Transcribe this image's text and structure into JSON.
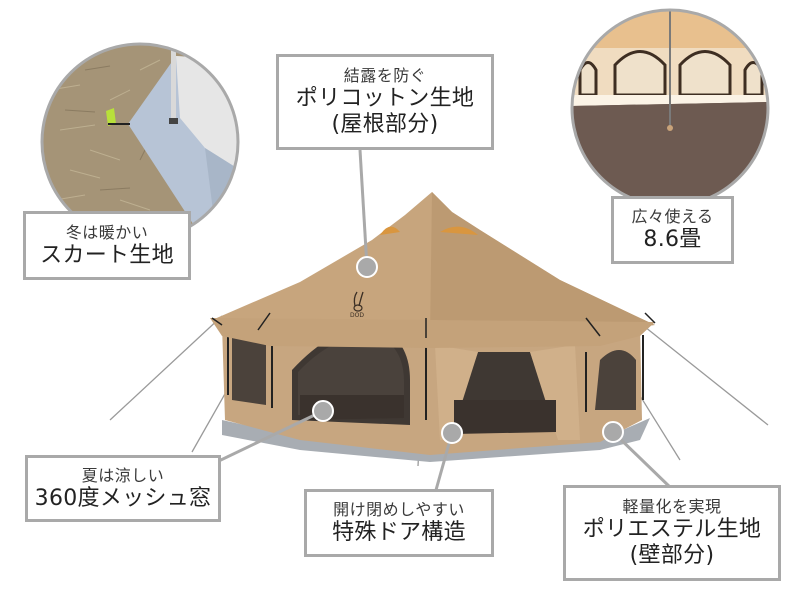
{
  "colors": {
    "box_border": "#a9a9a9",
    "pointer_line": "#a9a9a9",
    "pointer_dot": "#a9a9a9",
    "tent_canvas": "#c6a57e",
    "tent_canvas_shadow": "#b08e66",
    "mesh": "#5a5047",
    "ground_sheet": "#9aa0a6",
    "floor": "#6e5a52",
    "inner_wall": "#e8c89c"
  },
  "insets": [
    {
      "name": "skirt-closeup",
      "description": "ground skirt closeup on dirt"
    },
    {
      "name": "interior-floor",
      "description": "tent interior floor view"
    }
  ],
  "tent": {
    "logo_text": "DOD"
  },
  "labels": {
    "roof": {
      "line1": "結露を防ぐ",
      "line2": "ポリコットン生地",
      "line3": "(屋根部分)"
    },
    "skirt": {
      "line1": "冬は暖かい",
      "line2": "スカート生地"
    },
    "space": {
      "line1": "広々使える",
      "line2": "8.6畳"
    },
    "mesh": {
      "line1": "夏は涼しい",
      "line2": "360度メッシュ窓"
    },
    "door": {
      "line1": "開け閉めしやすい",
      "line2": "特殊ドア構造"
    },
    "wall": {
      "line1": "軽量化を実現",
      "line2": "ポリエステル生地",
      "line3": "(壁部分)"
    }
  }
}
